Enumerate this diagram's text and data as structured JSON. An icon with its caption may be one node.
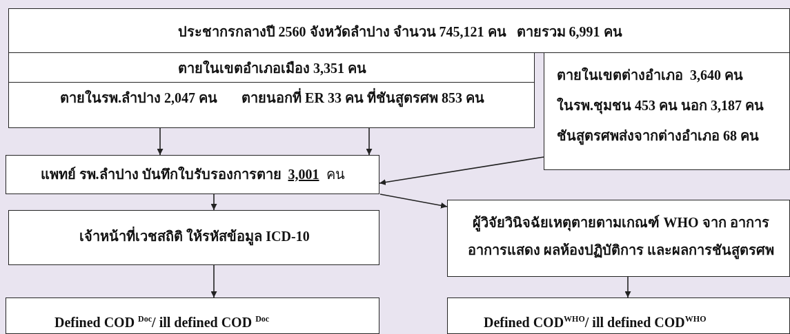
{
  "diagram": {
    "nodes": [
      {
        "text": [
          "ประชากรกลางปี 2560 จังหวัดลำปาง จำนวน 745,121 คน   ตายรวม 6,991 คน"
        ]
      },
      {
        "text": [
          "ตายในเขตอำเภอเมือง 3,351 คน",
          "ตายในรพ.ลำปาง 2,047 คน       ตายนอกที่ ER 33 คน ที่ชันสูตรศพ 853 คน"
        ]
      },
      {
        "text": [
          "ตายในเขตต่างอำเภอ  3,640 คน",
          "ในรพ.ชุมชน 453 คน นอก 3,187 คน",
          "ชันสูตรศพส่งจากต่างอำเภอ 68 คน"
        ]
      },
      {
        "text": [
          "แพทย์ รพ.ลำปาง บันทึกใบรับรองการตาย",
          "3,001",
          "คน"
        ]
      },
      {
        "text": [
          "เจ้าหน้าที่เวชสถิติ ให้รหัสข้อมูล ICD-10"
        ]
      },
      {
        "text": [
          "ผู้วิจัยวินิจฉัยเหตุตายตามเกณฑ์ WHO จาก อาการ อาการแสดง ผลห้องปฏิบัติการ และผลการชันสูตรศพ"
        ]
      },
      {
        "text": [
          "Defined COD $^{Doc}$/ ill defined COD $^{Doc}$"
        ]
      },
      {
        "text": [
          "Defined COD$^{WHO}$/ ill defined COD$^{WHO}$"
        ]
      }
    ],
    "edges": [
      {
        "from": 1,
        "to": 3,
        "arrow": "to"
      },
      {
        "from": 1,
        "to": 3,
        "arrow": "to"
      },
      {
        "from": 2,
        "to": 3,
        "arrow": "to"
      },
      {
        "from": 3,
        "to": 4,
        "arrow": "to"
      },
      {
        "from": 3,
        "to": 5,
        "arrow": "to"
      },
      {
        "from": 4,
        "to": 6,
        "arrow": "to"
      },
      {
        "from": 5,
        "to": 7,
        "arrow": "to"
      }
    ]
  }
}
